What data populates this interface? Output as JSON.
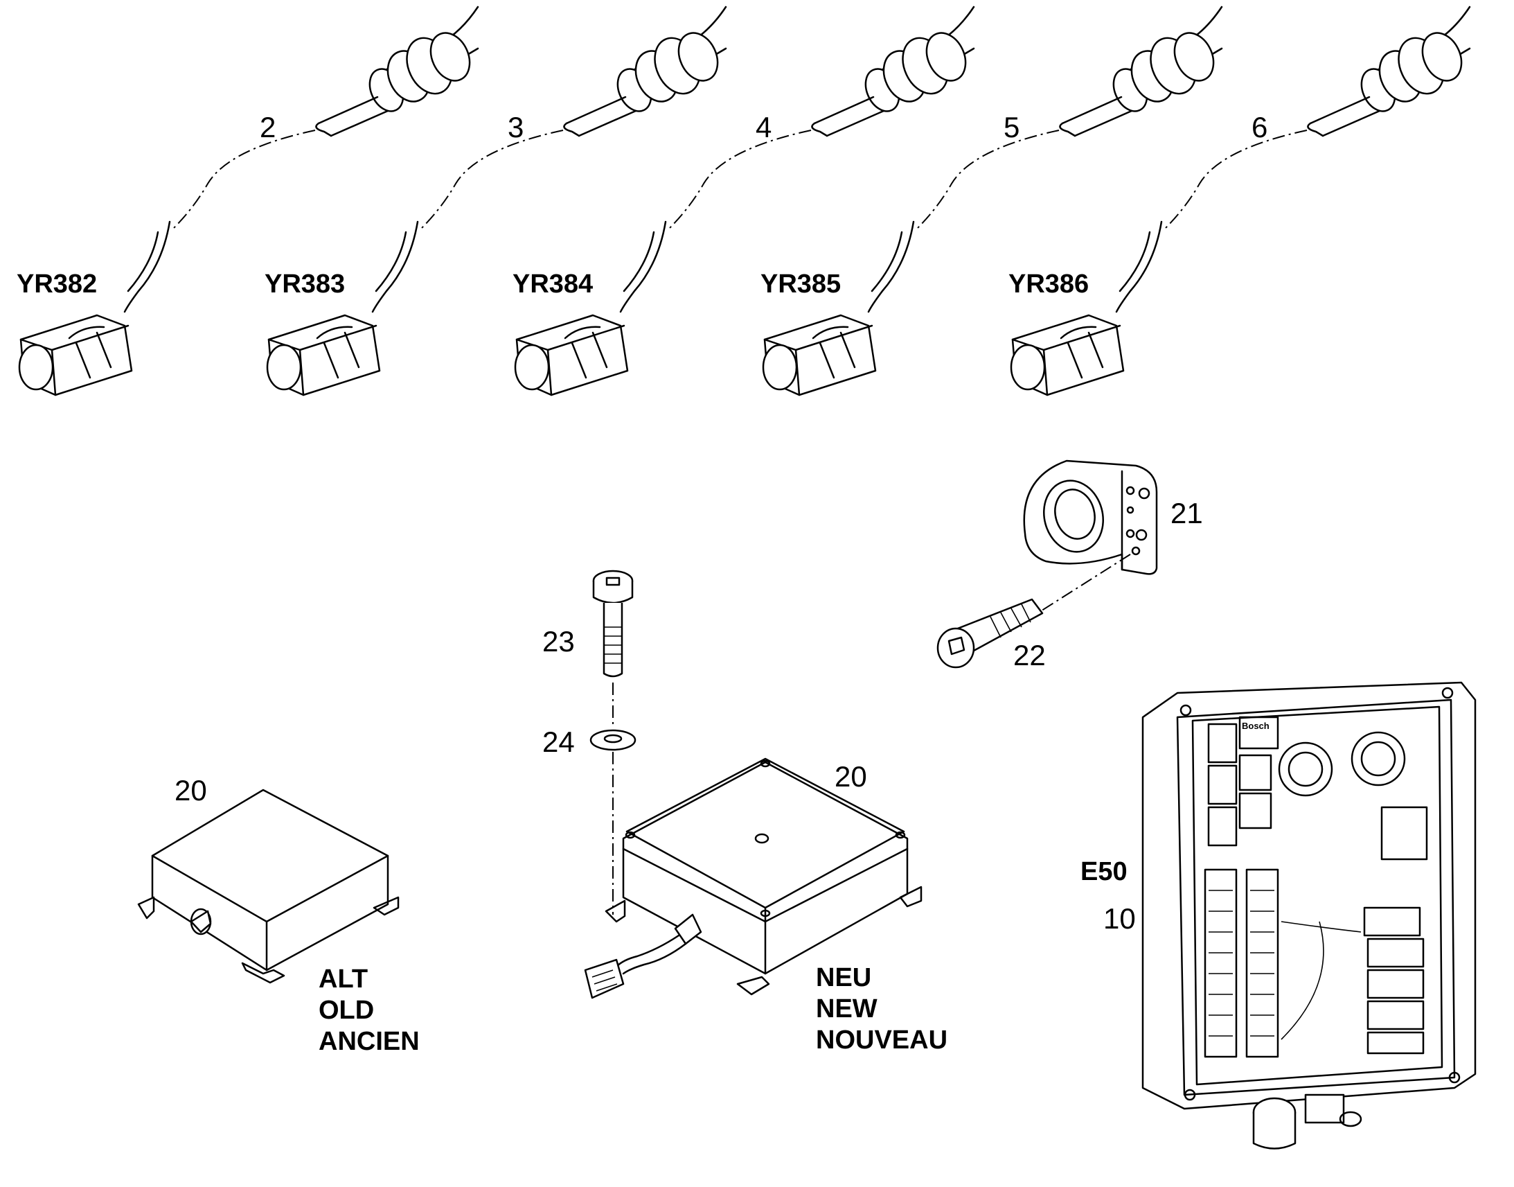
{
  "sensors": [
    {
      "item": "2",
      "code": "YR382"
    },
    {
      "item": "3",
      "code": "YR383"
    },
    {
      "item": "4",
      "code": "YR384"
    },
    {
      "item": "5",
      "code": "YR385"
    },
    {
      "item": "6",
      "code": "YR386"
    }
  ],
  "box_old": {
    "item": "20",
    "label_de": "ALT",
    "label_en": "OLD",
    "label_fr": "ANCIEN"
  },
  "box_new": {
    "item": "20",
    "label_de": "NEU",
    "label_en": "NEW",
    "label_fr": "NOUVEAU"
  },
  "screw_box": {
    "item": "23"
  },
  "washer": {
    "item": "24"
  },
  "bracket": {
    "item": "21"
  },
  "screw_bracket": {
    "item": "22"
  },
  "control_box": {
    "code": "E50",
    "item": "10",
    "relay_brand": "Bosch"
  }
}
